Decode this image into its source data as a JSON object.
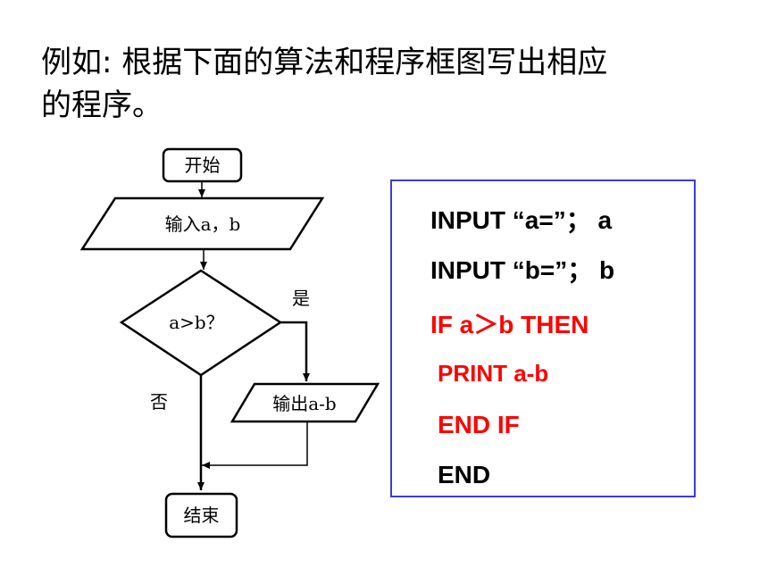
{
  "title": {
    "line1": "例如: 根据下面的算法和程序框图写出相应",
    "line2": "的程序。"
  },
  "flowchart": {
    "start": "开始",
    "input": "输入a，b",
    "decision": "a>b？",
    "yes": "是",
    "no": "否",
    "output": "输出a-b",
    "end": "结束"
  },
  "code": {
    "line1": "INPUT “a=”； a",
    "line2": "INPUT “b=”； b",
    "line3": "IF a＞b  THEN",
    "line4": "PRINT   a-b",
    "line5": "END IF",
    "line6": "END"
  },
  "colors": {
    "code_black": "#000000",
    "code_red": "#ff0000",
    "box_border": "#3c3cd6"
  }
}
